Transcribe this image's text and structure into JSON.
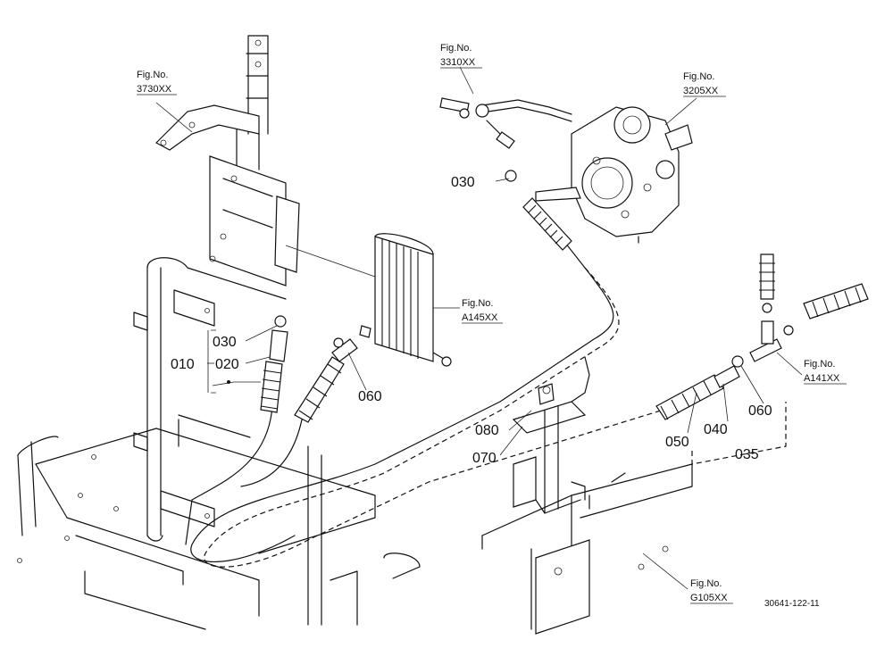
{
  "diagram": {
    "drawing_code": "30641-122-11",
    "figure_refs": [
      {
        "id": "ref-3730",
        "prefix": "Fig.No.",
        "number": "3730XX"
      },
      {
        "id": "ref-3310",
        "prefix": "Fig.No.",
        "number": "3310XX"
      },
      {
        "id": "ref-3205",
        "prefix": "Fig.No.",
        "number": "3205XX"
      },
      {
        "id": "ref-a145",
        "prefix": "Fig.No.",
        "number": "A145XX"
      },
      {
        "id": "ref-a141",
        "prefix": "Fig.No.",
        "number": "A141XX"
      },
      {
        "id": "ref-g105",
        "prefix": "Fig.No.",
        "number": "G105XX"
      }
    ],
    "part_numbers": {
      "p030_top": "030",
      "p030_left": "030",
      "p010": "010",
      "p020": "020",
      "p060_left": "060",
      "p060_right": "060",
      "p080": "080",
      "p070": "070",
      "p050": "050",
      "p040": "040",
      "p035": "035"
    }
  }
}
